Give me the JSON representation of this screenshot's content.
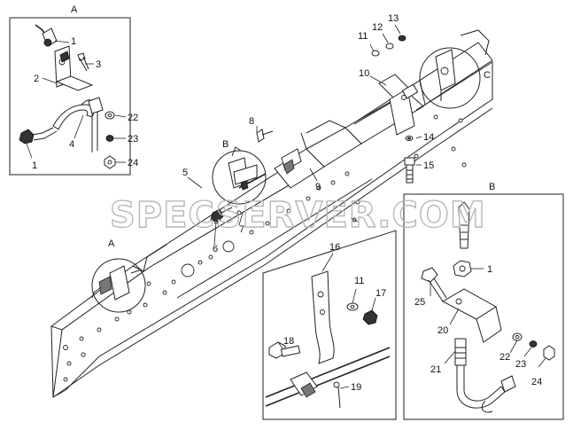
{
  "watermark": "SPECSERVER.COM",
  "callouts": {
    "A": "A",
    "B": "B",
    "C": "C",
    "n1": "1",
    "n2": "2",
    "n3": "3",
    "n4": "4",
    "n5": "5",
    "n6": "6",
    "n7": "7",
    "n8": "8",
    "n9": "9",
    "n10": "10",
    "n11": "11",
    "n12": "12",
    "n13": "13",
    "n14": "14",
    "n15": "15",
    "n16": "16",
    "n17": "17",
    "n18": "18",
    "n19": "19",
    "n20": "20",
    "n21": "21",
    "n22": "22",
    "n23": "23",
    "n24": "24",
    "n25": "25"
  }
}
